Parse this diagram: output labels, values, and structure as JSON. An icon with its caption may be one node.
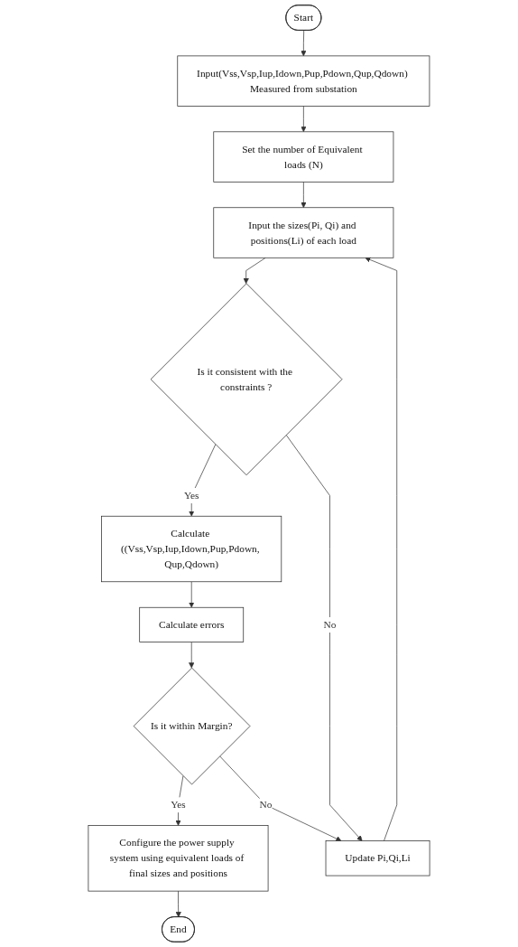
{
  "diagram": {
    "nodes": [
      {
        "text": [
          "Start"
        ]
      },
      {
        "text": [
          "Input(Vss,Vsp,Iup,Idown,Pup,Pdown,Qup,Qdown) Measured from substation"
        ]
      },
      {
        "text": [
          "Set the number of Equivalent loads (N)"
        ]
      },
      {
        "text": [
          "Input the sizes(Pi, Qi) and positions(Li) of each load"
        ]
      },
      {
        "text": [
          "Update Pi,Qi,Li"
        ]
      },
      {
        "text": [
          "Is it consistent with the constraints ?"
        ]
      },
      {
        "text": [
          "Calculate ((Vss,Vsp,Iup,Idown,Pup,Pdown, Qup,Qdown)"
        ]
      },
      {
        "text": [
          "Calculate errors"
        ]
      },
      {
        "text": [
          "Is it within Margin?"
        ]
      },
      {
        "text": [
          "Configure the power supply system using equivalent loads of final sizes and positions"
        ]
      },
      {
        "text": [
          "End"
        ]
      }
    ],
    "edges": [
      {
        "from": 0,
        "to": 1,
        "arrow": "to"
      },
      {
        "from": 1,
        "to": 2,
        "arrow": "to"
      },
      {
        "from": 2,
        "to": 3,
        "arrow": "to"
      },
      {
        "from": 3,
        "to": 5,
        "arrow": "to"
      },
      {
        "from": 5,
        "to": 6,
        "arrow": "to",
        "label": "Yes"
      },
      {
        "from": 6,
        "to": 7,
        "arrow": "to"
      },
      {
        "from": 7,
        "to": 8,
        "arrow": "to"
      },
      {
        "from": 8,
        "to": 9,
        "arrow": "to",
        "label": "Yes"
      },
      {
        "from": 9,
        "to": 10,
        "arrow": "to"
      },
      {
        "from": 5,
        "to": 4,
        "arrow": "to",
        "label": "No"
      },
      {
        "from": 8,
        "to": 4,
        "arrow": "to",
        "label": "No"
      },
      {
        "from": 4,
        "to": 3,
        "arrow": "to"
      }
    ]
  }
}
